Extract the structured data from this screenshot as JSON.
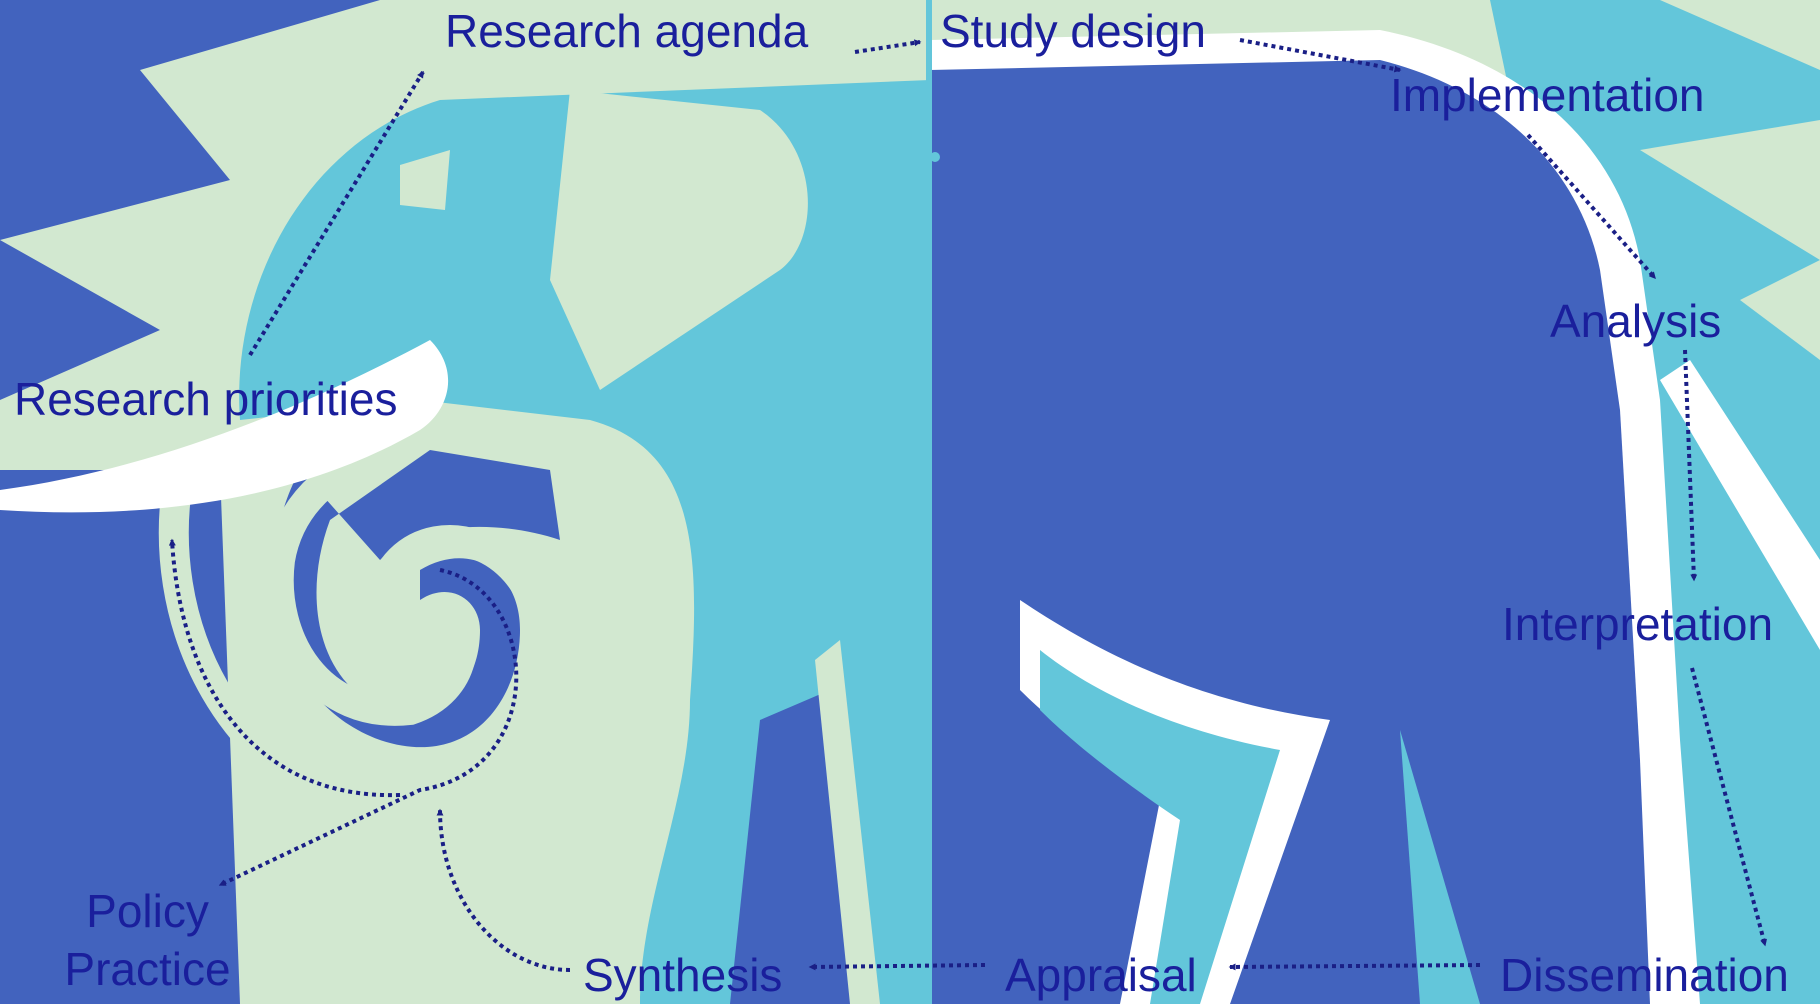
{
  "colors": {
    "light_green": "#d2e8d0",
    "royal_blue": "#4263be",
    "sky_blue": "#63c6da",
    "white": "#ffffff",
    "label_navy": "#1a1f9c",
    "arrow_navy": "#1a1f86"
  },
  "stages": {
    "research_agenda": "Research agenda",
    "study_design": "Study design",
    "implementation": "Implementation",
    "analysis": "Analysis",
    "interpretation": "Interpretation",
    "dissemination": "Dissemination",
    "appraisal": "Appraisal",
    "synthesis": "Synthesis",
    "policy": "Policy",
    "practice": "Practice",
    "research_priorities": "Research priorities"
  }
}
